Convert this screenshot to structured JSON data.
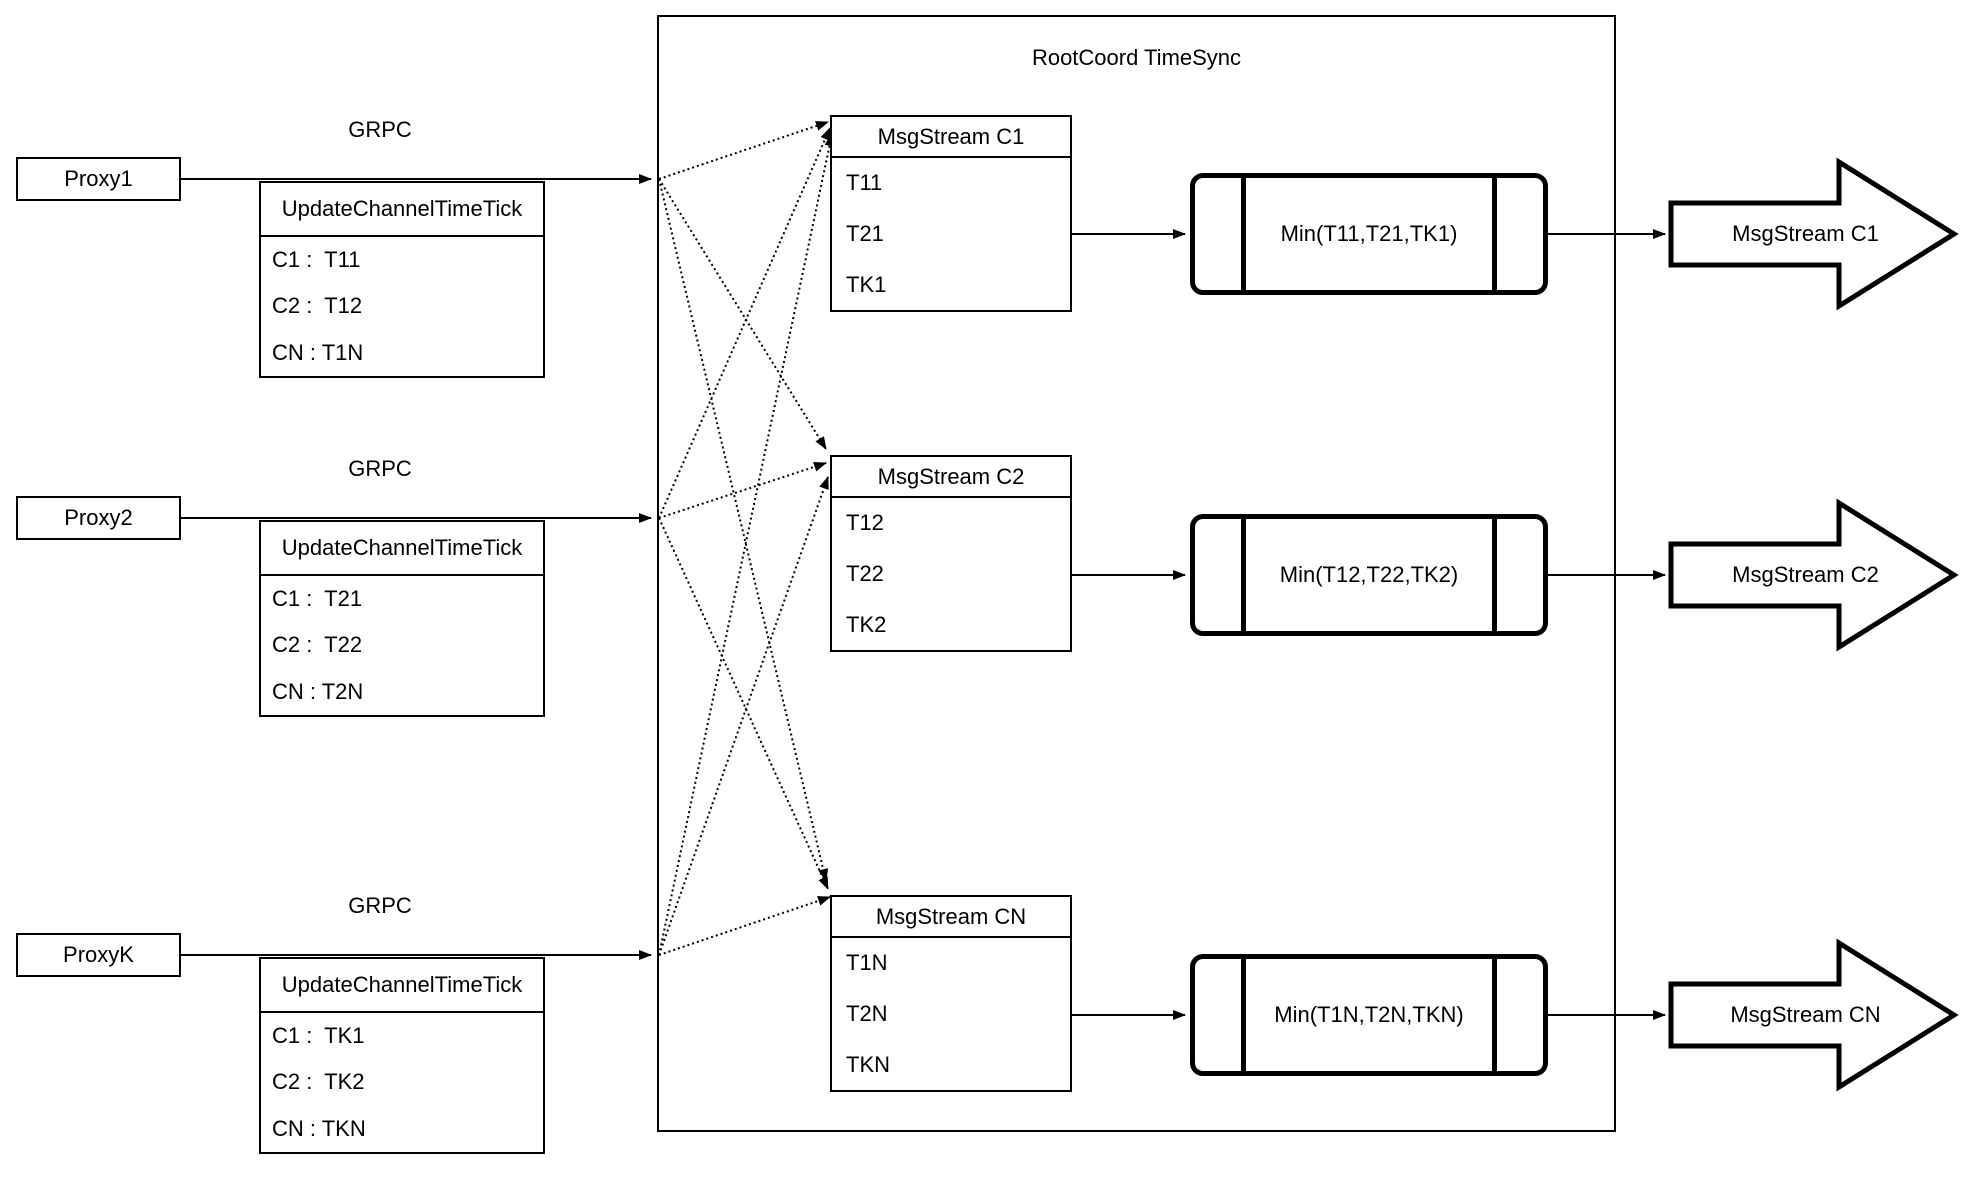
{
  "diagram": {
    "title": "RootCoord TimeSync",
    "colors": {
      "stroke": "#000000",
      "fill": "#ffffff"
    },
    "rows": [
      {
        "proxy_label": "Proxy1",
        "grpc_label": "GRPC",
        "update_table": {
          "header": "UpdateChannelTimeTick",
          "cells": [
            "C1 :  T11",
            "C2 :  T12",
            "CN : T1N"
          ]
        },
        "msg_table": {
          "header": "MsgStream C1",
          "cells": [
            "T11",
            "T21",
            "TK1"
          ]
        },
        "min_label": "Min(T11,T21,TK1)",
        "output_arrow_label": "MsgStream C1"
      },
      {
        "proxy_label": "Proxy2",
        "grpc_label": "GRPC",
        "update_table": {
          "header": "UpdateChannelTimeTick",
          "cells": [
            "C1 :  T21",
            "C2 :  T22",
            "CN : T2N"
          ]
        },
        "msg_table": {
          "header": "MsgStream C2",
          "cells": [
            "T12",
            "T22",
            "TK2"
          ]
        },
        "min_label": "Min(T12,T22,TK2)",
        "output_arrow_label": "MsgStream C2"
      },
      {
        "proxy_label": "ProxyK",
        "grpc_label": "GRPC",
        "update_table": {
          "header": "UpdateChannelTimeTick",
          "cells": [
            "C1 :  TK1",
            "C2 :  TK2",
            "CN : TKN"
          ]
        },
        "msg_table": {
          "header": "MsgStream CN",
          "cells": [
            "T1N",
            "T2N",
            "TKN"
          ]
        },
        "min_label": "Min(T1N,T2N,TKN)",
        "output_arrow_label": "MsgStream CN"
      }
    ]
  }
}
